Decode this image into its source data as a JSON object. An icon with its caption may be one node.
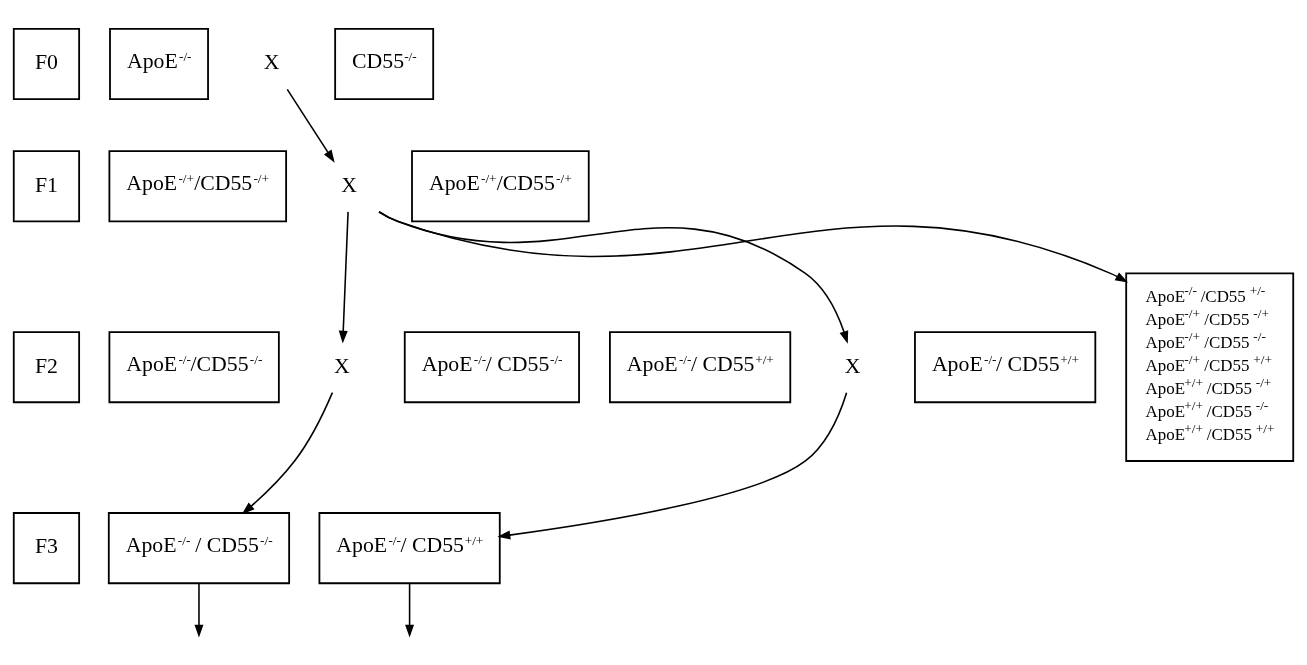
{
  "diagram": {
    "nodes": [
      {
        "text": [
          "F0"
        ]
      },
      {
        "text": [
          "ApoE$^{-/-}$"
        ]
      },
      {
        "text": [
          "X"
        ]
      },
      {
        "text": [
          "CD55$^{-/-}$"
        ]
      },
      {
        "text": [
          "ApoE$^{-/-}$ /CD55 $^{+/-}$",
          "ApoE$^{-/+}$ /CD55 $^{-/+}$",
          "ApoE$^{-/+}$ /CD55 $^{-/-}$",
          "ApoE$^{-/+}$ /CD55 $^{+/+}$",
          "ApoE$^{+/+}$ /CD55 $^{-/+}$",
          "ApoE$^{+/+}$ /CD55 $^{-/-}$",
          "ApoE$^{+/+}$ /CD55 $^{+/+}$"
        ]
      },
      {
        "text": [
          "F1"
        ]
      },
      {
        "text": [
          "ApoE$^{-/+}$/CD55$^{-/+}$"
        ]
      },
      {
        "text": [
          "X"
        ]
      },
      {
        "text": [
          "ApoE$^{-/+}$/CD55$^{-/+}$"
        ]
      },
      {
        "text": [
          "F2"
        ]
      },
      {
        "text": [
          "ApoE$^{-/-}$/CD55$^{-/-}$"
        ]
      },
      {
        "text": [
          "X"
        ]
      },
      {
        "text": [
          "ApoE$^{-/-}$/ CD55$^{-/-}$"
        ]
      },
      {
        "text": [
          "ApoE$^{-/-}$/ CD55$^{+/+}$"
        ]
      },
      {
        "text": [
          "X"
        ]
      },
      {
        "text": [
          "ApoE$^{-/-}$/ CD55$^{+/+}$"
        ]
      },
      {
        "text": [
          "F3"
        ]
      },
      {
        "text": [
          "ApoE$^{-/-}$ / CD55$^{-/-}$"
        ]
      },
      {
        "text": [
          "ApoE$^{-/-}$/ CD55$^{+/+}$"
        ]
      }
    ],
    "edges": [
      {
        "from": 2,
        "to": 7,
        "arrow": "to"
      },
      {
        "from": 7,
        "to": 4,
        "arrow": "to"
      },
      {
        "from": 7,
        "to": 11,
        "arrow": "to"
      },
      {
        "from": 7,
        "to": 14,
        "arrow": "to"
      },
      {
        "from": 11,
        "to": 17,
        "arrow": "to"
      },
      {
        "from": 14,
        "to": 18,
        "arrow": "to"
      },
      {
        "from": 17,
        "to": null,
        "arrow": "to"
      },
      {
        "from": 18,
        "to": null,
        "arrow": "to"
      }
    ]
  }
}
